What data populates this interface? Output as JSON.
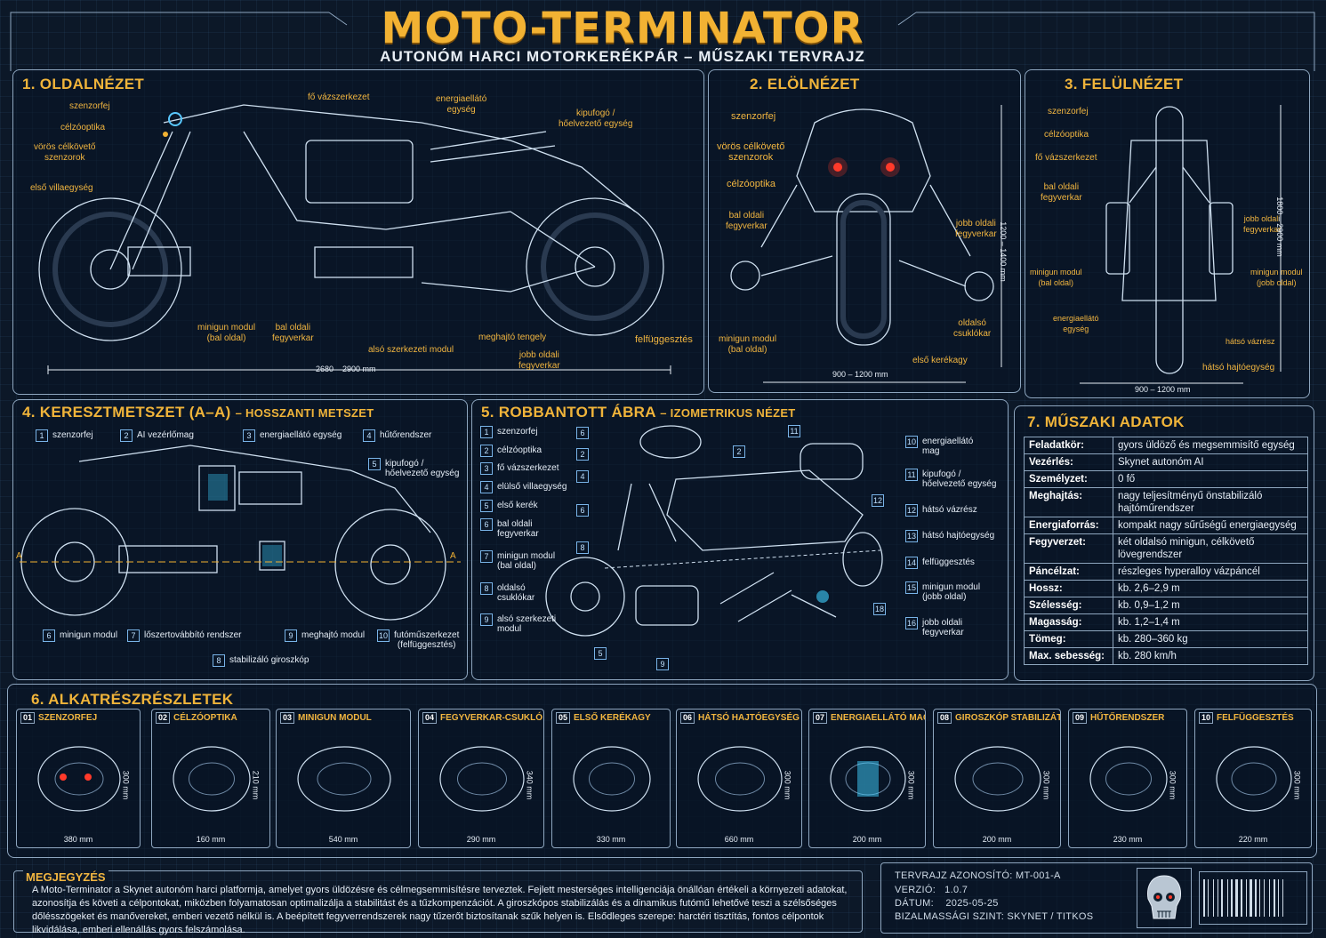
{
  "title": "MOTO-TERMINATOR",
  "subtitle": "AUTONÓM HARCI MOTORKERÉKPÁR – MŰSZAKI TERVRAJZ",
  "p1": {
    "title": "1. OLDALNÉZET",
    "labels": [
      "szenzorfej",
      "célzóoptika",
      "vörös célkövető\nszenzorok",
      "első villaegység",
      "fő vázszerkezet",
      "energiaellátó\negység",
      "kipufogó /\nhőelvezető egység",
      "minigun modul\n(bal oldal)",
      "bal oldali\nfegyverkar",
      "alsó szerkezeti modul",
      "meghajtó tengely",
      "jobb oldali\nfegyverkar",
      "felfüggesztés"
    ],
    "dim": "2680 – 2900 mm"
  },
  "p2": {
    "title": "2. ELÖLNÉZET",
    "labels": [
      "szenzorfej",
      "vörös célkövető\nszenzorok",
      "célzóoptika",
      "bal oldali\nfegyverkar",
      "jobb oldali\nfegyverkar",
      "minigun modul\n(bal oldal)",
      "oldalsó\ncsuklókar",
      "első kerékagy"
    ],
    "dim_w": "900 – 1200 mm",
    "dim_h": "1200 – 1400 mm"
  },
  "p3": {
    "title": "3. FELÜLNÉZET",
    "labels": [
      "szenzorfej",
      "célzóoptika",
      "fő vázszerkezet",
      "bal oldali\nfegyverkar",
      "jobb oldali\nfegyverkar",
      "minigun modul\n(bal oldal)",
      "minigun modul\n(jobb oldal)",
      "energiaellátó\negység",
      "hátsó vázrész",
      "hátsó hajtóegység"
    ],
    "dim_w": "900 – 1200 mm",
    "dim_h": "1800 – 2900 mm"
  },
  "p4": {
    "title": "4. KERESZTMETSZET (A–A)",
    "title_sub": "– HOSSZANTI METSZET",
    "items": [
      {
        "n": "1",
        "t": "szenzorfej"
      },
      {
        "n": "2",
        "t": "AI vezérlőmag"
      },
      {
        "n": "3",
        "t": "energiaellátó egység"
      },
      {
        "n": "4",
        "t": "hűtőrendszer"
      },
      {
        "n": "5",
        "t": "kipufogó /\nhőelvezető egység"
      },
      {
        "n": "6",
        "t": "minigun modul"
      },
      {
        "n": "7",
        "t": "lőszertovábbító rendszer"
      },
      {
        "n": "8",
        "t": "stabilizáló giroszkóp"
      },
      {
        "n": "9",
        "t": "meghajtó modul"
      },
      {
        "n": "10",
        "t": "futóműszerkezet\n(felfüggesztés)"
      }
    ],
    "marker": "A"
  },
  "p5": {
    "title": "5. ROBBANTOTT ÁBRA",
    "title_sub": "– IZOMETRIKUS NÉZET",
    "left": [
      {
        "n": "1",
        "t": "szenzorfej"
      },
      {
        "n": "2",
        "t": "célzóoptika"
      },
      {
        "n": "3",
        "t": "fő vázszerkezet"
      },
      {
        "n": "4",
        "t": "elülső villaegység"
      },
      {
        "n": "5",
        "t": "első kerék"
      },
      {
        "n": "6",
        "t": "bal oldali\nfegyverkar"
      },
      {
        "n": "7",
        "t": "minigun modul\n(bal oldal)"
      },
      {
        "n": "8",
        "t": "oldalsó\ncsuklókar"
      },
      {
        "n": "9",
        "t": "alsó szerkezeti\nmodul"
      }
    ],
    "right": [
      {
        "n": "10",
        "t": "energiaellátó\nmag"
      },
      {
        "n": "11",
        "t": "kipufogó /\nhőelvezető egység"
      },
      {
        "n": "12",
        "t": "hátsó vázrész"
      },
      {
        "n": "13",
        "t": "hátsó hajtóegység"
      },
      {
        "n": "14",
        "t": "felfüggesztés"
      },
      {
        "n": "15",
        "t": "minigun modul\n(jobb oldal)"
      },
      {
        "n": "16",
        "t": "jobb oldali\nfegyverkar"
      }
    ],
    "callouts": [
      "6",
      "2",
      "4",
      "6",
      "8",
      "2",
      "11",
      "12",
      "18",
      "5",
      "9"
    ]
  },
  "p7": {
    "title": "7. MŰSZAKI ADATOK",
    "rows": [
      {
        "k": "Feladatkör:",
        "v": "gyors üldöző és megsemmisítő egység"
      },
      {
        "k": "Vezérlés:",
        "v": "Skynet autonóm AI"
      },
      {
        "k": "Személyzet:",
        "v": "0 fő"
      },
      {
        "k": "Meghajtás:",
        "v": "nagy teljesítményű önstabilizáló hajtóműrendszer"
      },
      {
        "k": "Energiaforrás:",
        "v": "kompakt nagy sűrűségű energiaegység"
      },
      {
        "k": "Fegyverzet:",
        "v": "két oldalsó minigun, célkövető lövegrendszer"
      },
      {
        "k": "Páncélzat:",
        "v": "részleges hyperalloy vázpáncél"
      },
      {
        "k": "Hossz:",
        "v": "kb. 2,6–2,9 m"
      },
      {
        "k": "Szélesség:",
        "v": "kb. 0,9–1,2 m"
      },
      {
        "k": "Magasság:",
        "v": "kb. 1,2–1,4 m"
      },
      {
        "k": "Tömeg:",
        "v": "kb. 280–360 kg"
      },
      {
        "k": "Max. sebesség:",
        "v": "kb. 280 km/h"
      }
    ]
  },
  "p6": {
    "title": "6. ALKATRÉSZRÉSZLETEK",
    "cards": [
      {
        "n": "01",
        "t": "SZENZORFEJ",
        "w": "380 mm",
        "h": "300 mm"
      },
      {
        "n": "02",
        "t": "CÉLZÓOPTIKA",
        "w": "160 mm",
        "h": "210 mm"
      },
      {
        "n": "03",
        "t": "MINIGUN MODUL",
        "w": "540 mm",
        "h": ""
      },
      {
        "n": "04",
        "t": "FEGYVERKAR-CSUKLÓ",
        "w": "290 mm",
        "h": "340 mm"
      },
      {
        "n": "05",
        "t": "ELSŐ KERÉKAGY",
        "w": "330 mm",
        "h": ""
      },
      {
        "n": "06",
        "t": "HÁTSÓ HAJTÓEGYSÉG",
        "w": "660 mm",
        "h": "300 mm"
      },
      {
        "n": "07",
        "t": "ENERGIAELLÁTÓ MAG",
        "w": "200 mm",
        "h": "300 mm"
      },
      {
        "n": "08",
        "t": "GIROSZKÓP STABILIZÁTOR",
        "w": "200 mm",
        "h": "300 mm"
      },
      {
        "n": "09",
        "t": "HŰTŐRENDSZER",
        "w": "230 mm",
        "h": "300 mm"
      },
      {
        "n": "10",
        "t": "FELFÜGGESZTÉS",
        "w": "220 mm",
        "h": "300 mm"
      }
    ]
  },
  "note": {
    "title": "MEGJEGYZÉS",
    "body": "A Moto-Terminator a Skynet autonóm harci platformja, amelyet gyors üldözésre és célmegsemmisítésre terveztek. Fejlett mesterséges intelligenciája önállóan értékeli a környezeti adatokat, azonosítja és követi a célpontokat, miközben folyamatosan optimalizálja a stabilitást és a tűzkompenzációt. A giroszkópos stabilizálás és a dinamikus futómű lehetővé teszi a szélsőséges dőlésszögeket és manővereket, emberi vezető nélkül is. A beépített fegyverrendszerek nagy tűzerőt biztosítanak szűk helyen is. Elsődleges szerepe: harctéri tisztítás, fontos célpontok likvidálása, emberi ellenállás gyors felszámolása."
  },
  "meta": {
    "id": "TERVRAJZ AZONOSÍTÓ: MT-001-A",
    "version": "VERZIÓ:   1.0.7",
    "date": "DÁTUM:    2025-05-25",
    "secret": "BIZALMASSÁGI SZINT:  SKYNET / TITKOS"
  },
  "colors": {
    "accent": "#f2b233",
    "blueprint": "#0c1828",
    "line": "#8ea6bf",
    "glow": "#3fd0ff",
    "red": "#ff3a2a"
  }
}
